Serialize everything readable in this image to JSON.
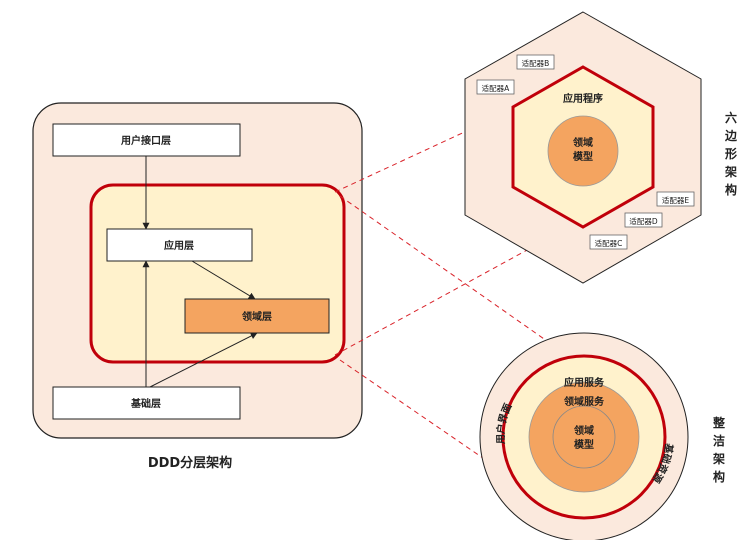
{
  "ddd": {
    "caption": "DDD分层架构",
    "ui_layer": "用户接口层",
    "app_layer": "应用层",
    "domain_layer": "领域层",
    "infra_layer": "基础层"
  },
  "hexagonal": {
    "title_chars": [
      "六",
      "边",
      "形",
      "架",
      "构"
    ],
    "application": "应用程序",
    "domain_line1": "领域",
    "domain_line2": "模型",
    "adapters": [
      "适配器A",
      "适配器B",
      "适配器C",
      "适配器D",
      "适配器E"
    ]
  },
  "clean": {
    "title_chars": [
      "整",
      "洁",
      "架",
      "构"
    ],
    "ui_ring": "用户界面",
    "infra_ring": "基础资源",
    "app_services": "应用服务",
    "domain_services": "领域服务",
    "domain_line1": "领域",
    "domain_line2": "模型"
  },
  "colors": {
    "panel_bg": "#fbe9dd",
    "highlight_bg": "#fff2cc",
    "domain_orange": "#f4a460",
    "red": "#c0000a"
  }
}
